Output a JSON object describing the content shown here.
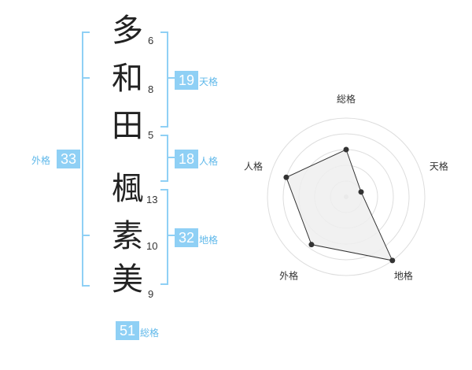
{
  "name": {
    "chars": [
      "多",
      "和",
      "田",
      "楓",
      "素",
      "美"
    ],
    "strokes": [
      "6",
      "8",
      "5",
      "13",
      "10",
      "9"
    ]
  },
  "fortunes": {
    "tenkaku": {
      "value": "19",
      "label": "天格"
    },
    "jinkaku": {
      "value": "18",
      "label": "人格"
    },
    "chikaku": {
      "value": "32",
      "label": "地格"
    },
    "gaikaku": {
      "value": "33",
      "label": "外格"
    },
    "soukaku": {
      "value": "51",
      "label": "総格"
    }
  },
  "chart_data": {
    "type": "radar",
    "axes": [
      "総格",
      "天格",
      "地格",
      "外格",
      "人格"
    ],
    "values": [
      0.6,
      0.2,
      1.0,
      0.75,
      0.8
    ],
    "rings": 5,
    "colors": {
      "fill": "#efefef",
      "stroke": "#333333",
      "ring": "#dddddd",
      "point": "#333333"
    }
  }
}
